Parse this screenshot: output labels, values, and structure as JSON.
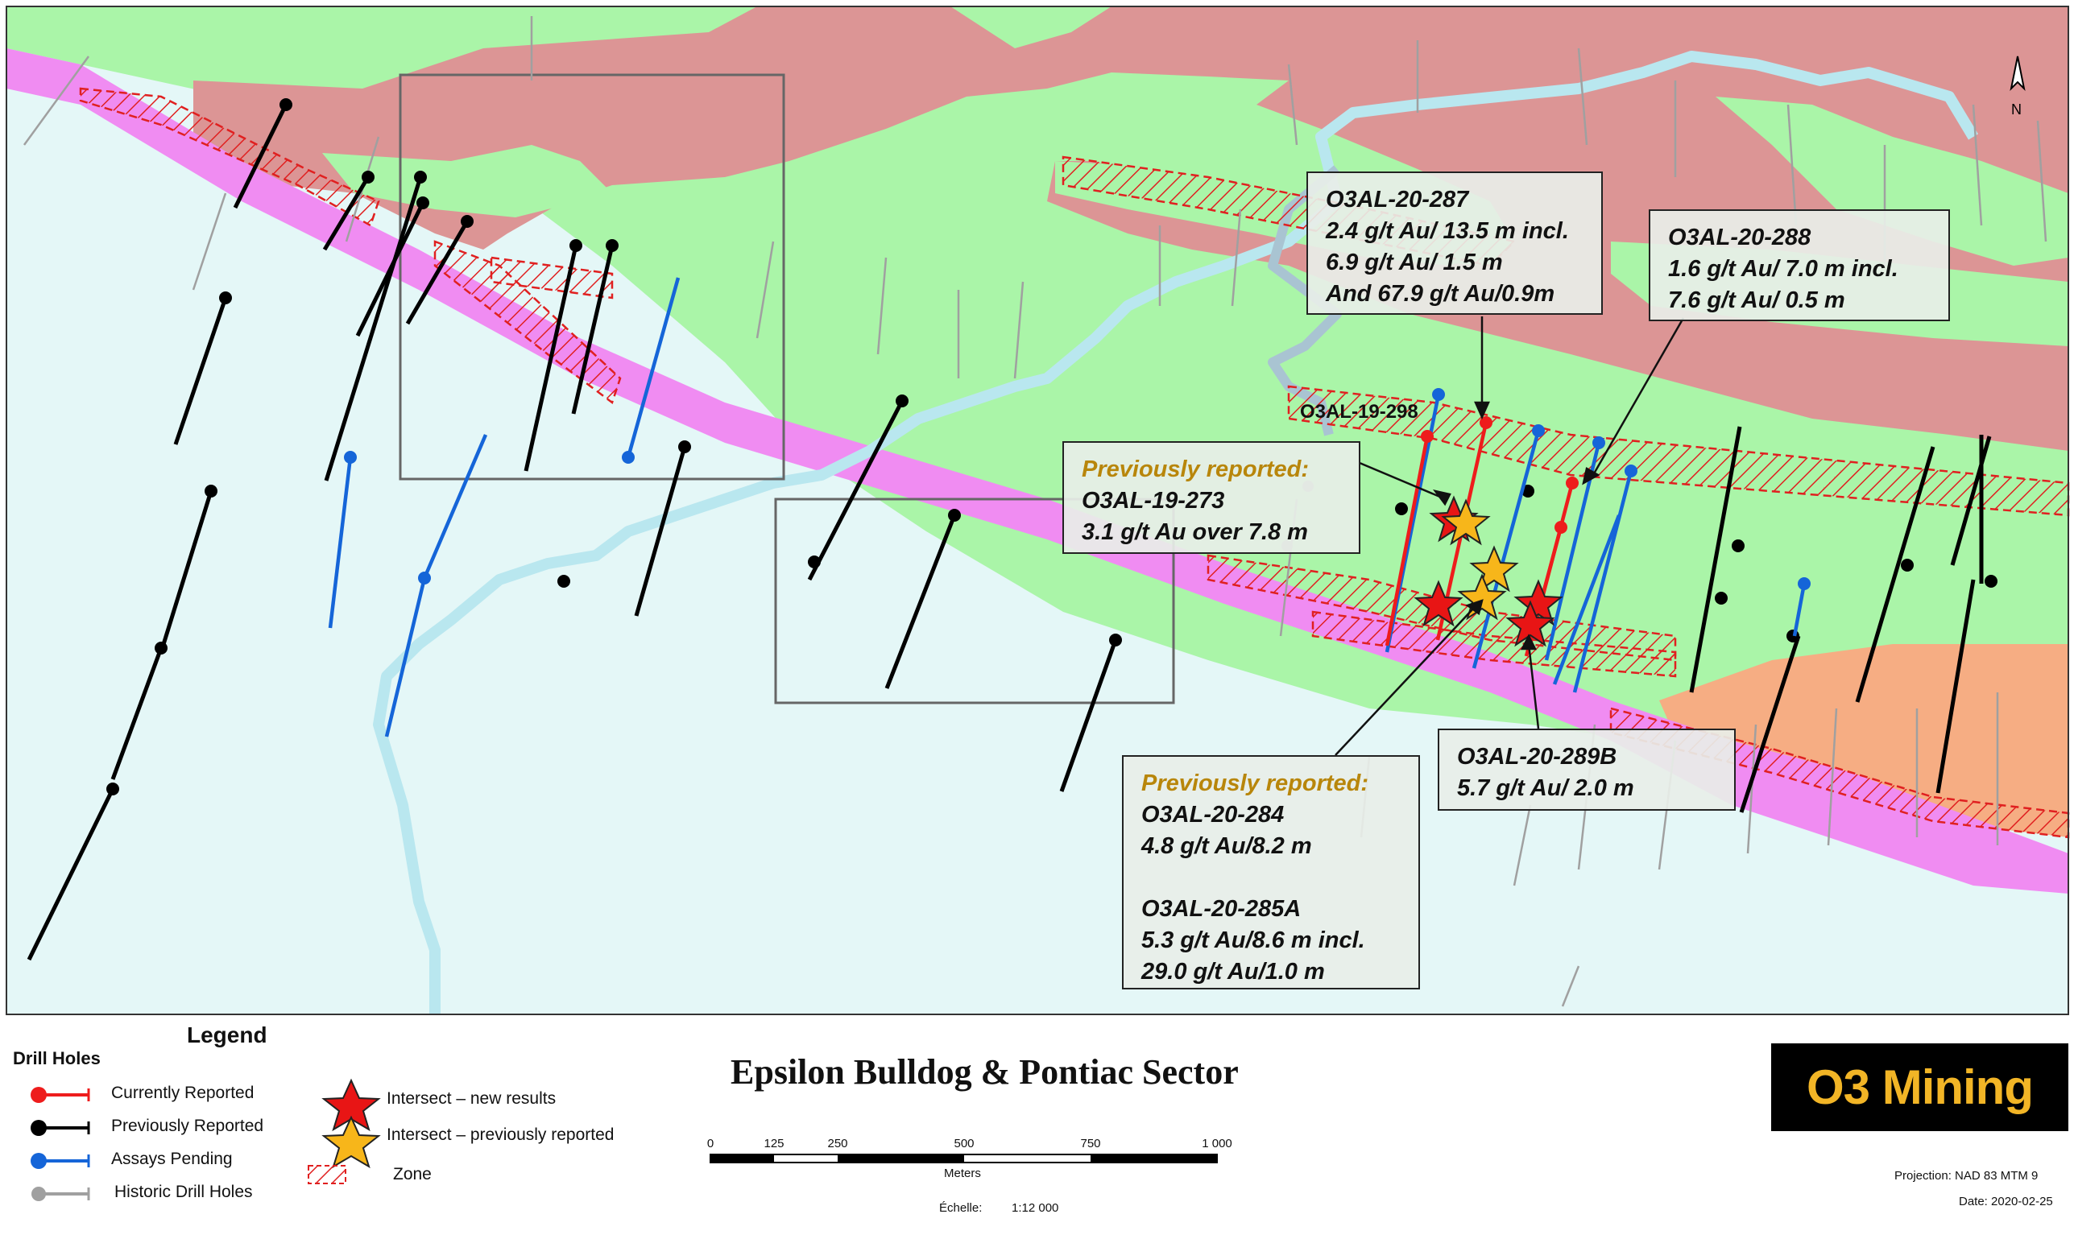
{
  "map": {
    "title": "Epsilon Bulldog & Pontiac Sector",
    "north_label": "N",
    "colors": {
      "water_bg": "#e4f7f7",
      "green": "#aaf5a8",
      "red_unit": "#dc9595",
      "magenta": "#f08cf2",
      "orange": "#f6ad83",
      "river": "#b9e7ef",
      "creek": "#a9c4d2",
      "zone": "#e02020",
      "current": "#ee1c1c",
      "previous": "#000000",
      "pending": "#1565d8",
      "historic": "#a0a0a0",
      "star_new": "#e81515",
      "star_prev": "#f7b61a",
      "prev_text": "#b8860b"
    }
  },
  "callouts": {
    "c287": {
      "lines": [
        "O3AL-20-287",
        "2.4 g/t Au/ 13.5 m incl.",
        "6.9 g/t Au/ 1.5 m",
        "And 67.9 g/t Au/0.9m"
      ]
    },
    "c288": {
      "lines": [
        "O3AL-20-288",
        "1.6 g/t Au/ 7.0 m incl.",
        "7.6 g/t Au/ 0.5 m"
      ]
    },
    "c273": {
      "header": "Previously reported:",
      "lines": [
        "O3AL-19-273",
        "3.1 g/t Au over 7.8 m"
      ]
    },
    "c284": {
      "header": "Previously reported:",
      "lines": [
        "O3AL-20-284",
        "4.8 g/t Au/8.2 m",
        "O3AL-20-285A",
        "5.3 g/t Au/8.6 m incl.",
        "29.0 g/t Au/1.0 m"
      ]
    },
    "c289": {
      "lines": [
        "O3AL-20-289B",
        "5.7 g/t Au/ 2.0 m"
      ]
    }
  },
  "hole_label_298": "O3AL-19-298",
  "legend": {
    "title": "Legend",
    "drill_holes_heading": "Drill Holes",
    "items": [
      {
        "label": "Currently Reported",
        "color": "#ee1c1c"
      },
      {
        "label": "Previously Reported",
        "color": "#000000"
      },
      {
        "label": "Assays Pending",
        "color": "#1565d8"
      },
      {
        "label": "Historic Drill Holes",
        "color": "#a0a0a0"
      }
    ],
    "symbols": [
      {
        "label": "Intersect – new results",
        "icon": "red-star-icon"
      },
      {
        "label": "Intersect – previously reported",
        "icon": "yellow-star-icon"
      },
      {
        "label": "Zone",
        "icon": "zone-hatch-icon"
      }
    ]
  },
  "scalebar": {
    "ticks": [
      "0",
      "125",
      "250",
      "500",
      "750",
      "1 000"
    ],
    "unit": "Meters",
    "scale_label": "Échelle:",
    "scale_value": "1:12 000"
  },
  "footer": {
    "projection": "Projection: NAD 83 MTM 9",
    "date": "Date: 2020-02-25"
  },
  "logo_text": "O3 Mining"
}
